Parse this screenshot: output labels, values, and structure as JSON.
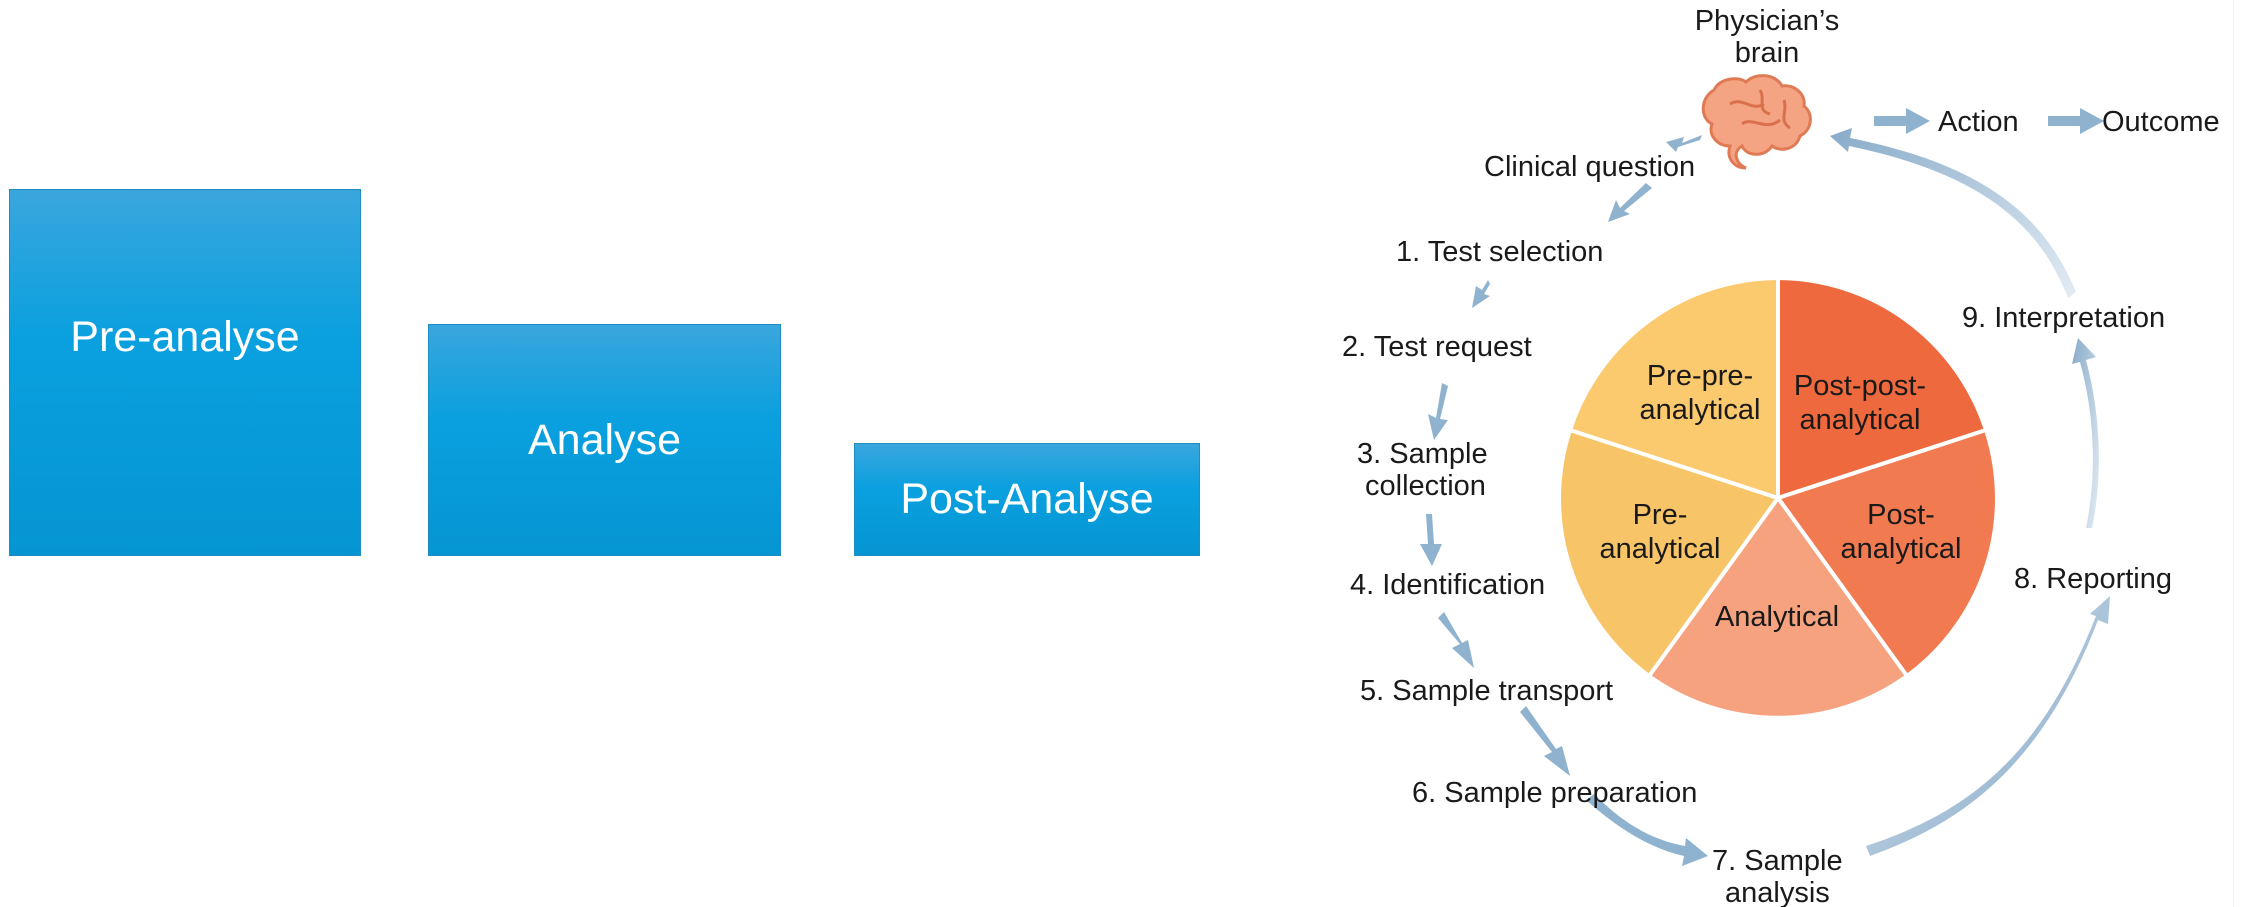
{
  "phases": {
    "pre": "Pre-analyse",
    "analyse": "Analyse",
    "post": "Post-Analyse"
  },
  "cycle": {
    "brain_label_1": "Physician’s",
    "brain_label_2": "brain",
    "action": "Action",
    "outcome": "Outcome",
    "clinical_question": "Clinical question",
    "step_1": "1. Test selection",
    "step_2": "2. Test request",
    "step_3a": "3. Sample",
    "step_3b": "collection",
    "step_4": "4. Identification",
    "step_5": "5. Sample transport",
    "step_6": "6. Sample preparation",
    "step_7a": "7. Sample",
    "step_7b": "analysis",
    "step_8": "8. Reporting",
    "step_9": "9. Interpretation"
  },
  "pie": {
    "pre_pre_1": "Pre-pre-",
    "pre_pre_2": "analytical",
    "post_post_1": "Post-post-",
    "post_post_2": "analytical",
    "post_1": "Post-",
    "post_2": "analytical",
    "analytical": "Analytical",
    "pre_1": "Pre-",
    "pre_2": "analytical"
  },
  "colors": {
    "block_blue": "#0aa0df",
    "arrow_blue": "#8fb2cf",
    "pre_pre": "#fbc96e",
    "pre": "#f8c468",
    "analytical": "#f6a27e",
    "post": "#f17a50",
    "post_post": "#ee6a3e",
    "brain": "#f4a483"
  }
}
